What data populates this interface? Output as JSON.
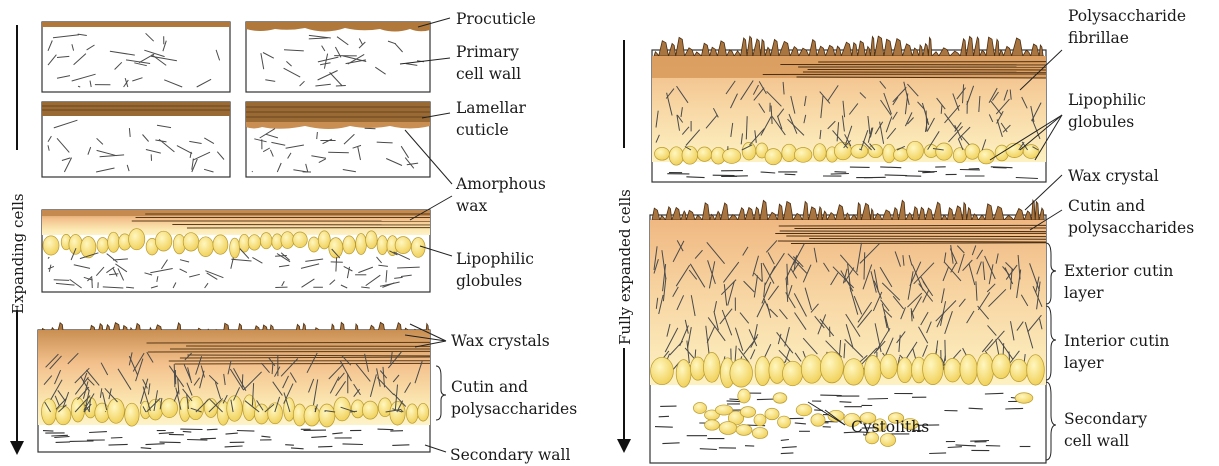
{
  "left_panel": {
    "axis_label": "Expanding cells",
    "labels": {
      "procuticle": "Procuticle",
      "primary_wall_1": "Primary",
      "primary_wall_2": "cell wall",
      "lamellar_1": "Lamellar",
      "lamellar_2": "cuticle",
      "amorphous_1": "Amorphous",
      "amorphous_2": "wax",
      "lipophilic_1": "Lipophilic",
      "lipophilic_2": "globules",
      "wax_crystals": "Wax crystals",
      "cutin_1": "Cutin and",
      "cutin_2": "polysaccharides",
      "secondary_wall": "Secondary wall"
    }
  },
  "right_panel": {
    "axis_label": "Fully expanded cells",
    "labels": {
      "fibrillae_1": "Polysaccharide",
      "fibrillae_2": "fibrillae",
      "lipophilic_1": "Lipophilic",
      "lipophilic_2": "globules",
      "wax_crystal": "Wax crystal",
      "cutin_1": "Cutin and",
      "cutin_2": "polysaccharides",
      "exterior_1": "Exterior cutin",
      "exterior_2": "layer",
      "interior_1": "Interior cutin",
      "interior_2": "layer",
      "secondary_1": "Secondary",
      "secondary_2": "cell wall",
      "cystoliths": "Cystoliths"
    }
  },
  "colors": {
    "cuticle_brown": "#b0783a",
    "cutin_orange": "#f5c48c",
    "globule_yellow": "#f7e27a",
    "wall_white": "#ffffff",
    "line_dark": "#333333"
  }
}
